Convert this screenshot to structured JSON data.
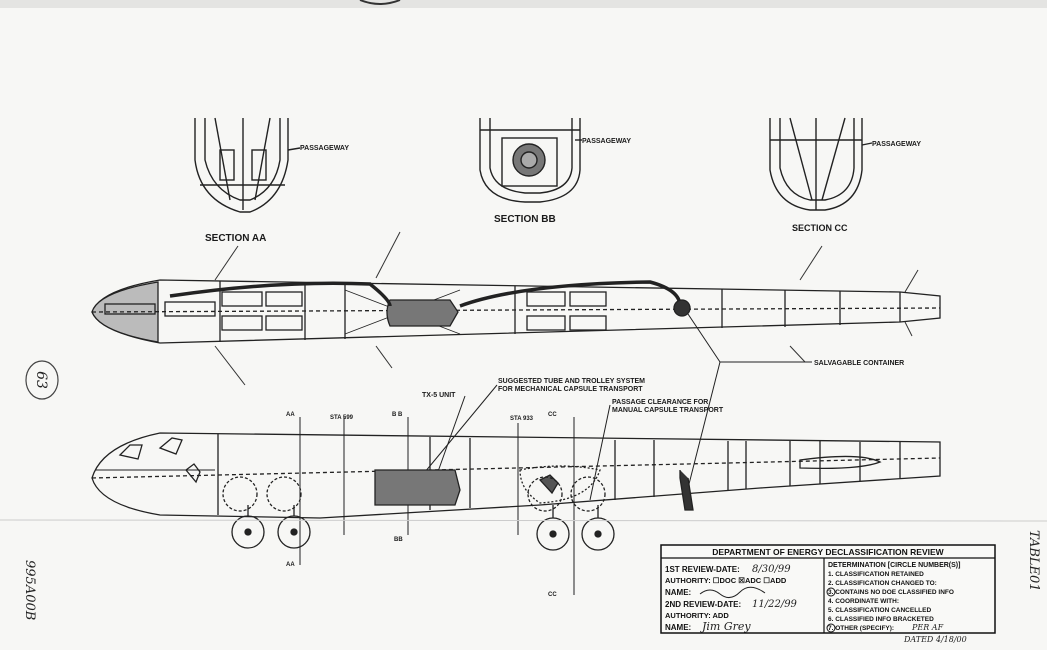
{
  "sections": {
    "aa": "SECTION AA",
    "bb": "SECTION BB",
    "cc": "SECTION CC",
    "passageway": "PASSAGEWAY"
  },
  "callouts": {
    "salvagable_container": "SALVAGABLE CONTAINER",
    "tube_system_line1": "SUGGESTED TUBE AND TROLLEY SYSTEM",
    "tube_system_line2": "FOR MECHANICAL CAPSULE TRANSPORT",
    "passage_line1": "PASSAGE CLEARANCE FOR",
    "passage_line2": "MANUAL CAPSULE TRANSPORT",
    "tx5": "TX-5 UNIT",
    "aa_mark": "AA",
    "bb_mark": "B B",
    "cc_mark": "CC",
    "sta599": "STA 599",
    "sta933": "STA 933",
    "bb_lower": "BB",
    "aa_lower": "AA",
    "cc_lower": "CC"
  },
  "margin": {
    "page_number": "63",
    "left_vertical": "995A00B",
    "right_vertical": "TABLE01"
  },
  "review": {
    "title": "DEPARTMENT OF ENERGY DECLASSIFICATION REVIEW",
    "first_review_label": "1ST REVIEW-DATE:",
    "first_review_value": "8/30/99",
    "authority_label": "AUTHORITY: ☐DOC ☒ADC ☐ADD",
    "name_label": "NAME:",
    "second_review_label": "2ND REVIEW-DATE:",
    "second_review_value": "11/22/99",
    "authority2_label": "AUTHORITY: ADD",
    "name2_label": "NAME:",
    "name2_value": "Jim Grey",
    "determination_title": "DETERMINATION [CIRCLE NUMBER(S)]",
    "det1": "1. CLASSIFICATION RETAINED",
    "det2": "2. CLASSIFICATION CHANGED TO:",
    "det3": "3. CONTAINS NO DOE CLASSIFIED INFO",
    "det4": "4. COORDINATE WITH:",
    "det5": "5. CLASSIFICATION CANCELLED",
    "det6": "6. CLASSIFIED INFO BRACKETED",
    "det7": "7. OTHER (SPECIFY):",
    "det7_value": "PER AF",
    "dated": "DATED 4/18/00"
  }
}
